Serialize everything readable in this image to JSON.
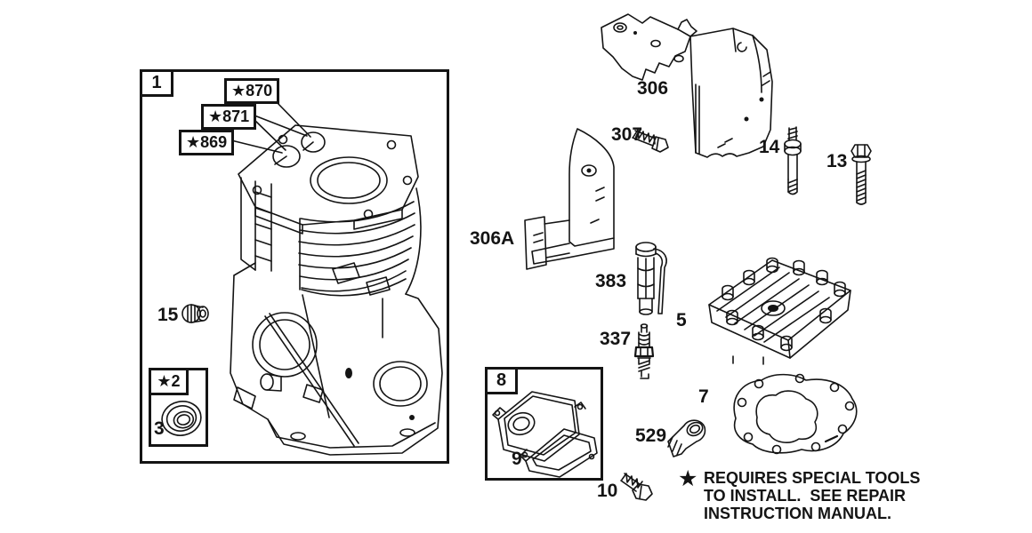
{
  "diagram": {
    "callouts": {
      "box1": "1",
      "s870": "★870",
      "s871": "★871",
      "s869": "★869",
      "n15": "15",
      "s2": "★2",
      "n3": "3",
      "n306": "306",
      "n307": "307",
      "n306a": "306A",
      "n14": "14",
      "n13": "13",
      "n383": "383",
      "n337": "337",
      "n5": "5",
      "n7": "7",
      "n529": "529",
      "box8": "8",
      "n9": "9",
      "n10": "10"
    },
    "footnote": {
      "star": "★",
      "lines": [
        "REQUIRES SPECIAL TOOLS",
        "TO INSTALL.  SEE REPAIR",
        "INSTRUCTION MANUAL."
      ]
    },
    "colors": {
      "ink": "#141414",
      "background": "#ffffff"
    }
  }
}
